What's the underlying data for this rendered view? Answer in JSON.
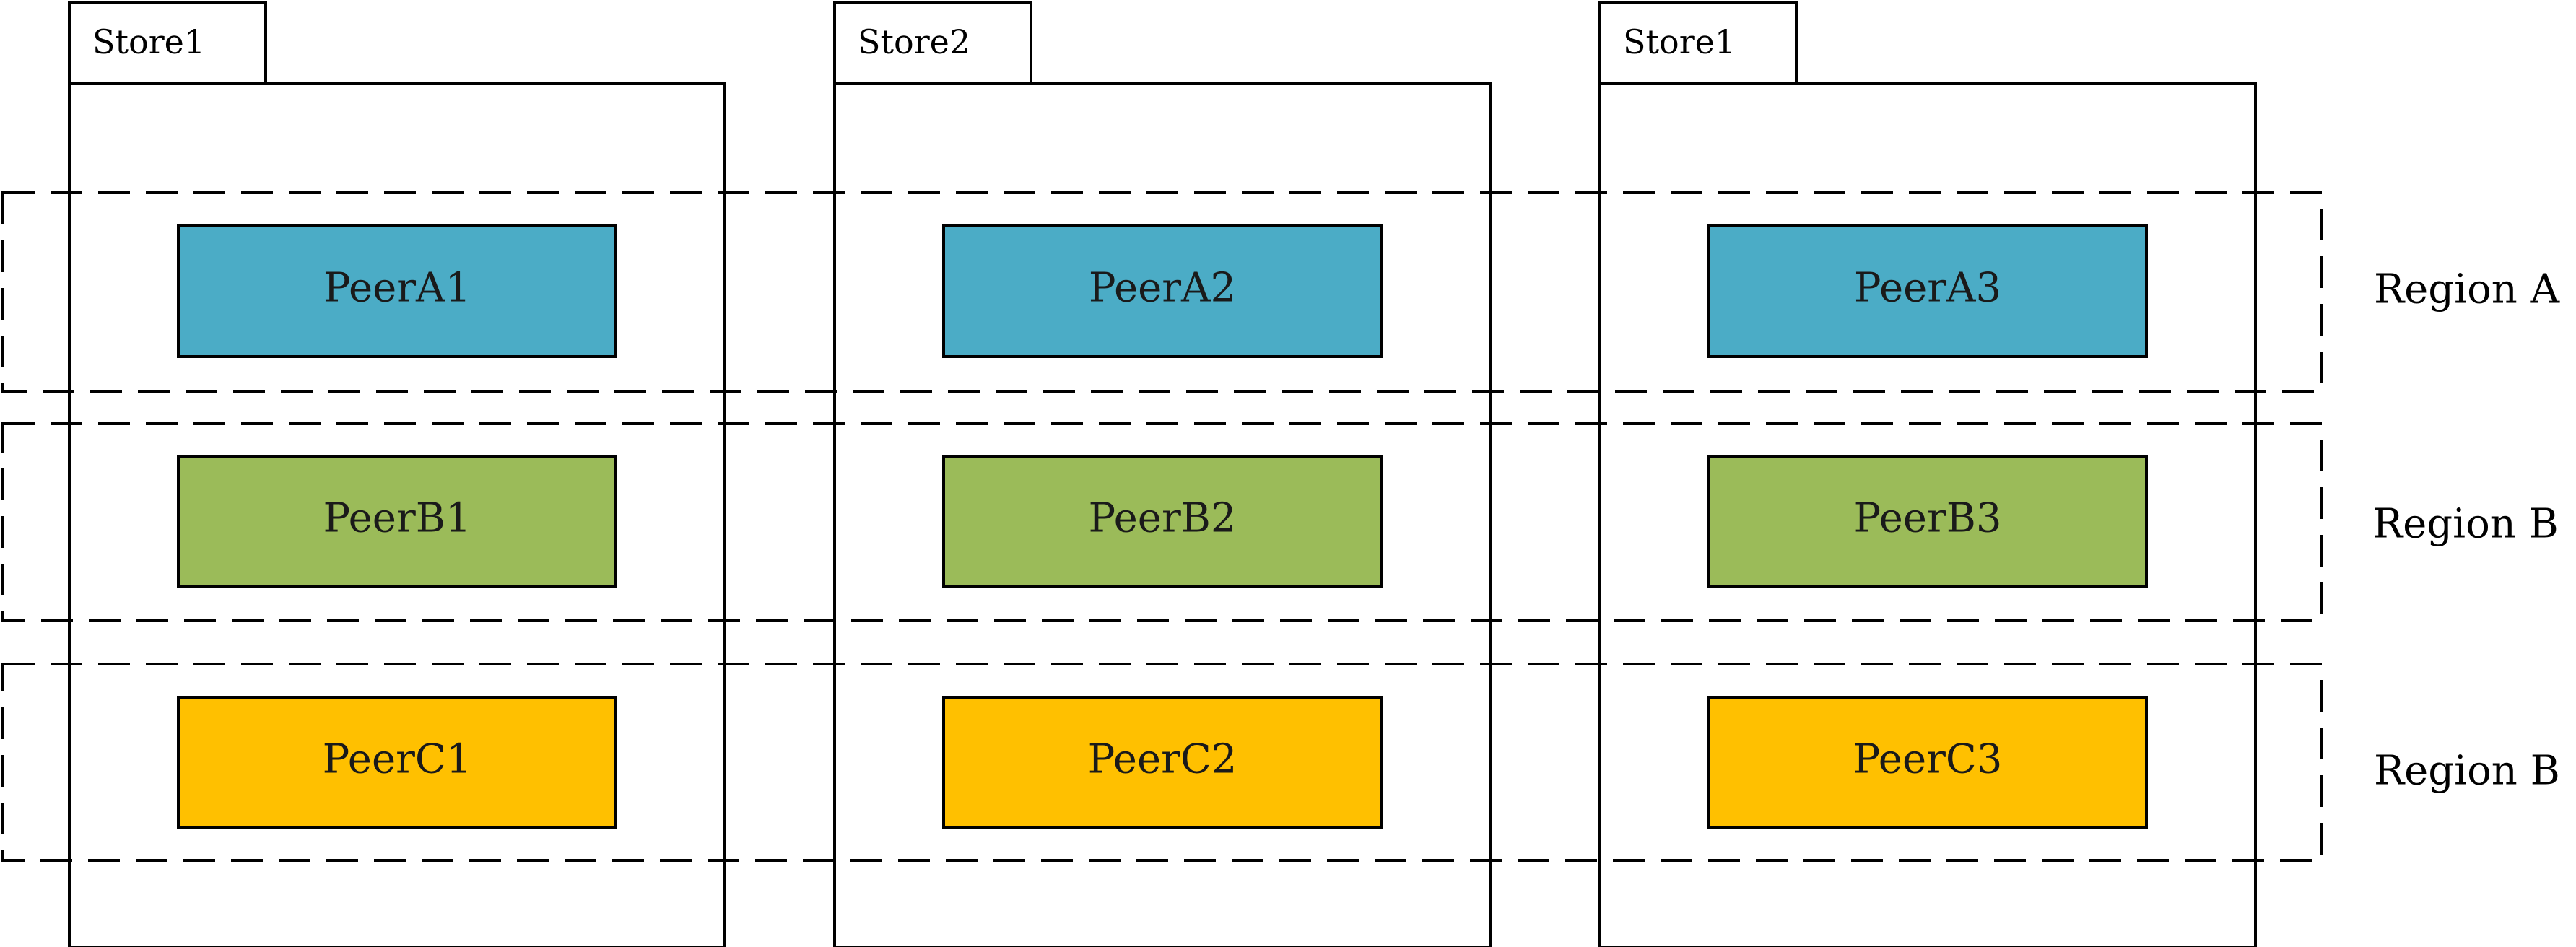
{
  "diagram": {
    "colors": {
      "row_a": "#4BACC6",
      "row_b": "#9BBB59",
      "row_c": "#FFC000",
      "stroke": "#000000"
    },
    "stores": [
      {
        "label": "Store1"
      },
      {
        "label": "Store2"
      },
      {
        "label": "Store1"
      }
    ],
    "regions": [
      {
        "label": "Region A"
      },
      {
        "label": "Region B"
      },
      {
        "label": "Region B"
      }
    ],
    "peers": [
      [
        "PeerA1",
        "PeerA2",
        "PeerA3"
      ],
      [
        "PeerB1",
        "PeerB2",
        "PeerB3"
      ],
      [
        "PeerC1",
        "PeerC2",
        "PeerC3"
      ]
    ]
  }
}
